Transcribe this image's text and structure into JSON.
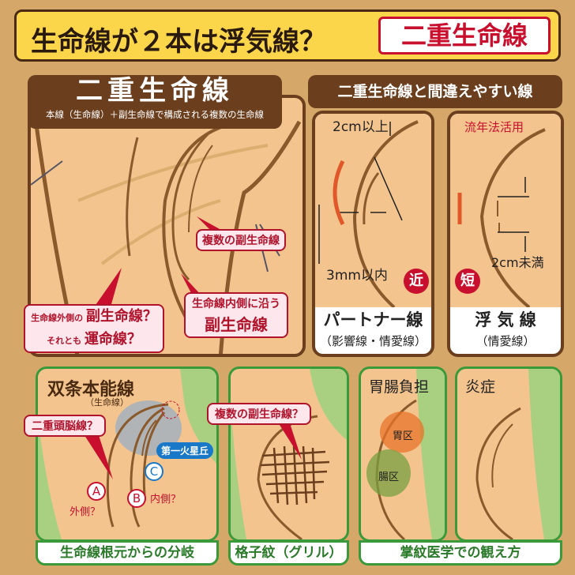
{
  "title": {
    "main": "生命線が２本は浮気線？",
    "tag": "二重生命線"
  },
  "panel1": {
    "title": "二重生命線",
    "subtitle": "本線（生命線）＋副生命線で構成される複数の生命線",
    "callout_multiple": "複数の副生命線",
    "callout_outer_1": "生命線外側の",
    "callout_outer_2": "副生命線？",
    "callout_outer_3": "それとも",
    "callout_outer_4": "運命線？",
    "callout_inner_1": "生命線内側に沿う",
    "callout_inner_2": "副生命線"
  },
  "panel2": {
    "title": "二重生命線と間違えやすい線",
    "partner": {
      "dim_top": "2cm以上",
      "dim_bottom": "3mm以内",
      "badge": "近",
      "name": "パートナー線",
      "sub": "（影響線・情愛線）"
    },
    "affair": {
      "note": "流年法活用",
      "dim": "2cm未満",
      "badge": "短",
      "name": "浮 気 線",
      "sub": "（情愛線）"
    }
  },
  "bottom": {
    "branch": {
      "title": "双条本能線",
      "title_sub": "（生命線）",
      "callout": "二重頭脳線？",
      "mars": "第一火星丘",
      "a": "A",
      "a_label": "外側？",
      "b": "B",
      "b_label": "内側？",
      "c": "C",
      "label": "生命線根元からの分岐"
    },
    "grill": {
      "callout": "複数の副生命線？",
      "label": "格子紋（グリル）"
    },
    "stomach": {
      "title": "胃腸負担",
      "stomach": "胃区",
      "intestine": "腸区"
    },
    "inflammation": {
      "title": "炎症"
    },
    "shared_label": "掌紋医学での観え方"
  },
  "colors": {
    "brown": "#6b3f1e",
    "red": "#c8102e",
    "green": "#3a9a3a",
    "skin": "#f4c48e"
  }
}
